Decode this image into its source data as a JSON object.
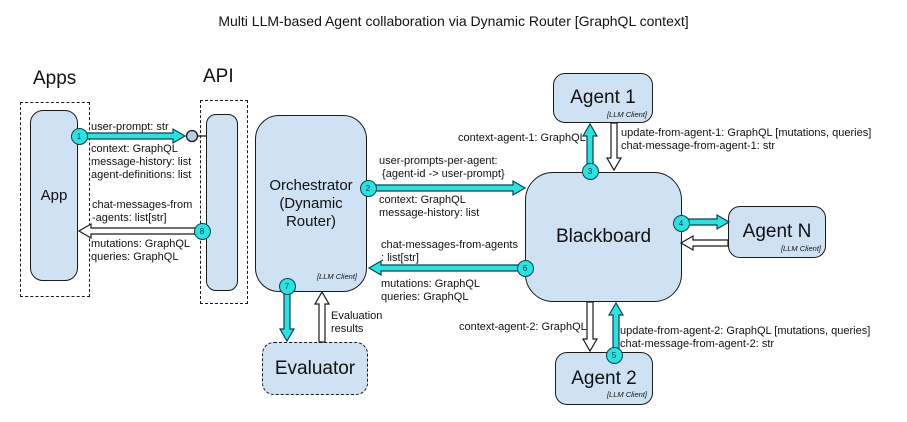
{
  "title": "Multi LLM-based Agent collaboration via Dynamic Router [GraphQL context]",
  "groups": {
    "apps": "Apps",
    "api": "API"
  },
  "nodes": {
    "app": "App",
    "orchestrator": "Orchestrator\n(Dynamic\nRouter)",
    "orchestrator_sub": "[LLM Client]",
    "blackboard": "Blackboard",
    "agent1": "Agent 1",
    "agent1_sub": "[LLM Client]",
    "agentn": "Agent N",
    "agentn_sub": "[LLM Client]",
    "agent2": "Agent 2",
    "agent2_sub": "[LLM Client]",
    "evaluator": "Evaluator"
  },
  "steps": [
    "1",
    "2",
    "3",
    "4",
    "5",
    "6",
    "7",
    "8"
  ],
  "labels": {
    "user_prompt": "user-prompt: str",
    "app_to_api_context": "context: GraphQL\nmessage-history: list\nagent-definitions: list",
    "chat_messages_to_app": "chat-messages-from\n-agents: list[str]",
    "mutations_queries_app": "mutations: GraphQL\nqueries: GraphQL",
    "user_prompts_per_agent": "user-prompts-per-agent:\n {agent-id -> user-prompt}",
    "orchestrator_context": "context: GraphQL\nmessage-history: list",
    "chat_messages_to_orchestrator": "chat-messages-from-agents\n: list[str]",
    "mutations_queries_orchestrator": "mutations: GraphQL\nqueries: GraphQL",
    "context_agent_1": "context-agent-1: GraphQL",
    "update_from_agent_1": "update-from-agent-1: GraphQL [mutations, queries]\nchat-message-from-agent-1: str",
    "context_agent_2": "context-agent-2: GraphQL",
    "update_from_agent_2": "update-from-agent-2: GraphQL [mutations, queries]\nchat-message-from-agent-2: str",
    "evaluation_results": "Evaluation\nresults"
  },
  "colors": {
    "node_fill": "#cfe2f3",
    "flow_accent": "#2fe0e0",
    "outline": "#1a1a1a"
  }
}
